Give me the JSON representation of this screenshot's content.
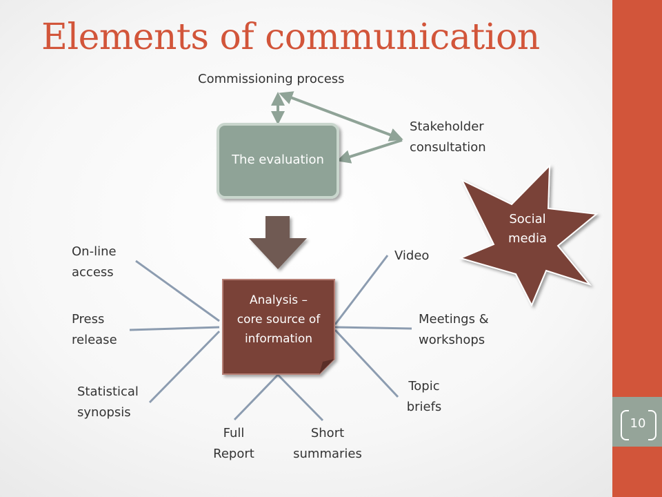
{
  "title": "Elements of communication",
  "page_number": "10",
  "colors": {
    "accent": "#d2553a",
    "sage": "#95a499",
    "evaluation_box": "#8fa397",
    "analysis_box": "#7a4238",
    "arrow": "#705a52",
    "lines": "#8c9cb0",
    "star": "#7a4238"
  },
  "top_cycle": {
    "evaluation": "The evaluation",
    "commissioning": "Commissioning process",
    "stakeholder_line1": "Stakeholder",
    "stakeholder_line2": "consultation"
  },
  "center": {
    "line1": "Analysis –",
    "line2": "core source of",
    "line3": "information"
  },
  "social": {
    "line1": "Social",
    "line2": "media"
  },
  "outputs": {
    "online": {
      "line1": "On-line",
      "line2": "access"
    },
    "press": {
      "line1": "Press",
      "line2": "release"
    },
    "statistical": {
      "line1": "Statistical",
      "line2": "synopsis"
    },
    "full_report": {
      "line1": "Full",
      "line2": "Report"
    },
    "short": {
      "line1": "Short",
      "line2": "summaries"
    },
    "topic": {
      "line1": "Topic",
      "line2": "briefs"
    },
    "meetings": {
      "line1": "Meetings &",
      "line2": "workshops"
    },
    "video": {
      "line1": "Video"
    }
  }
}
